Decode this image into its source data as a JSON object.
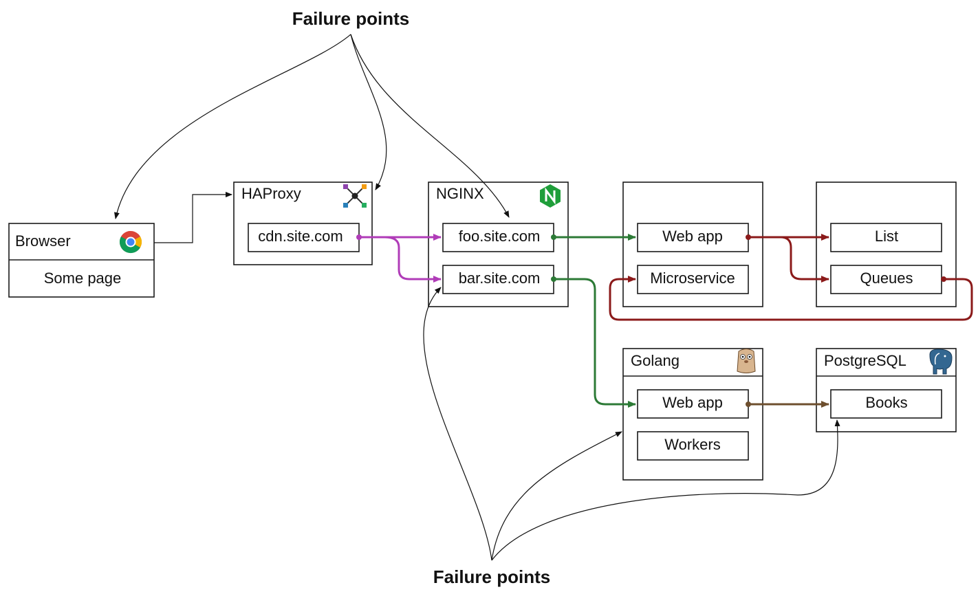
{
  "headings": {
    "top": "Failure points",
    "bottom": "Failure points"
  },
  "browser": {
    "title": "Browser",
    "page": "Some page",
    "icon": "chrome-icon"
  },
  "haproxy": {
    "title": "HAProxy",
    "icon": "haproxy-logo-icon",
    "host": "cdn.site.com"
  },
  "nginx": {
    "title": "NGINX",
    "icon": "nginx-logo-icon",
    "hosts": [
      "foo.site.com",
      "bar.site.com"
    ]
  },
  "app_server": {
    "items": [
      "Web app",
      "Microservice"
    ]
  },
  "storage": {
    "items": [
      "List",
      "Queues"
    ]
  },
  "golang": {
    "title": "Golang",
    "icon": "gopher-icon",
    "items": [
      "Web app",
      "Workers"
    ]
  },
  "postgresql": {
    "title": "PostgreSQL",
    "icon": "elephant-icon",
    "items": [
      "Books"
    ]
  },
  "colors": {
    "haproxy_link": "#b03cb8",
    "nginx_link": "#2c7a36",
    "webapp_link": "#8b1a1a",
    "golang_link": "#6e4f2e",
    "annotation": "#111111"
  }
}
